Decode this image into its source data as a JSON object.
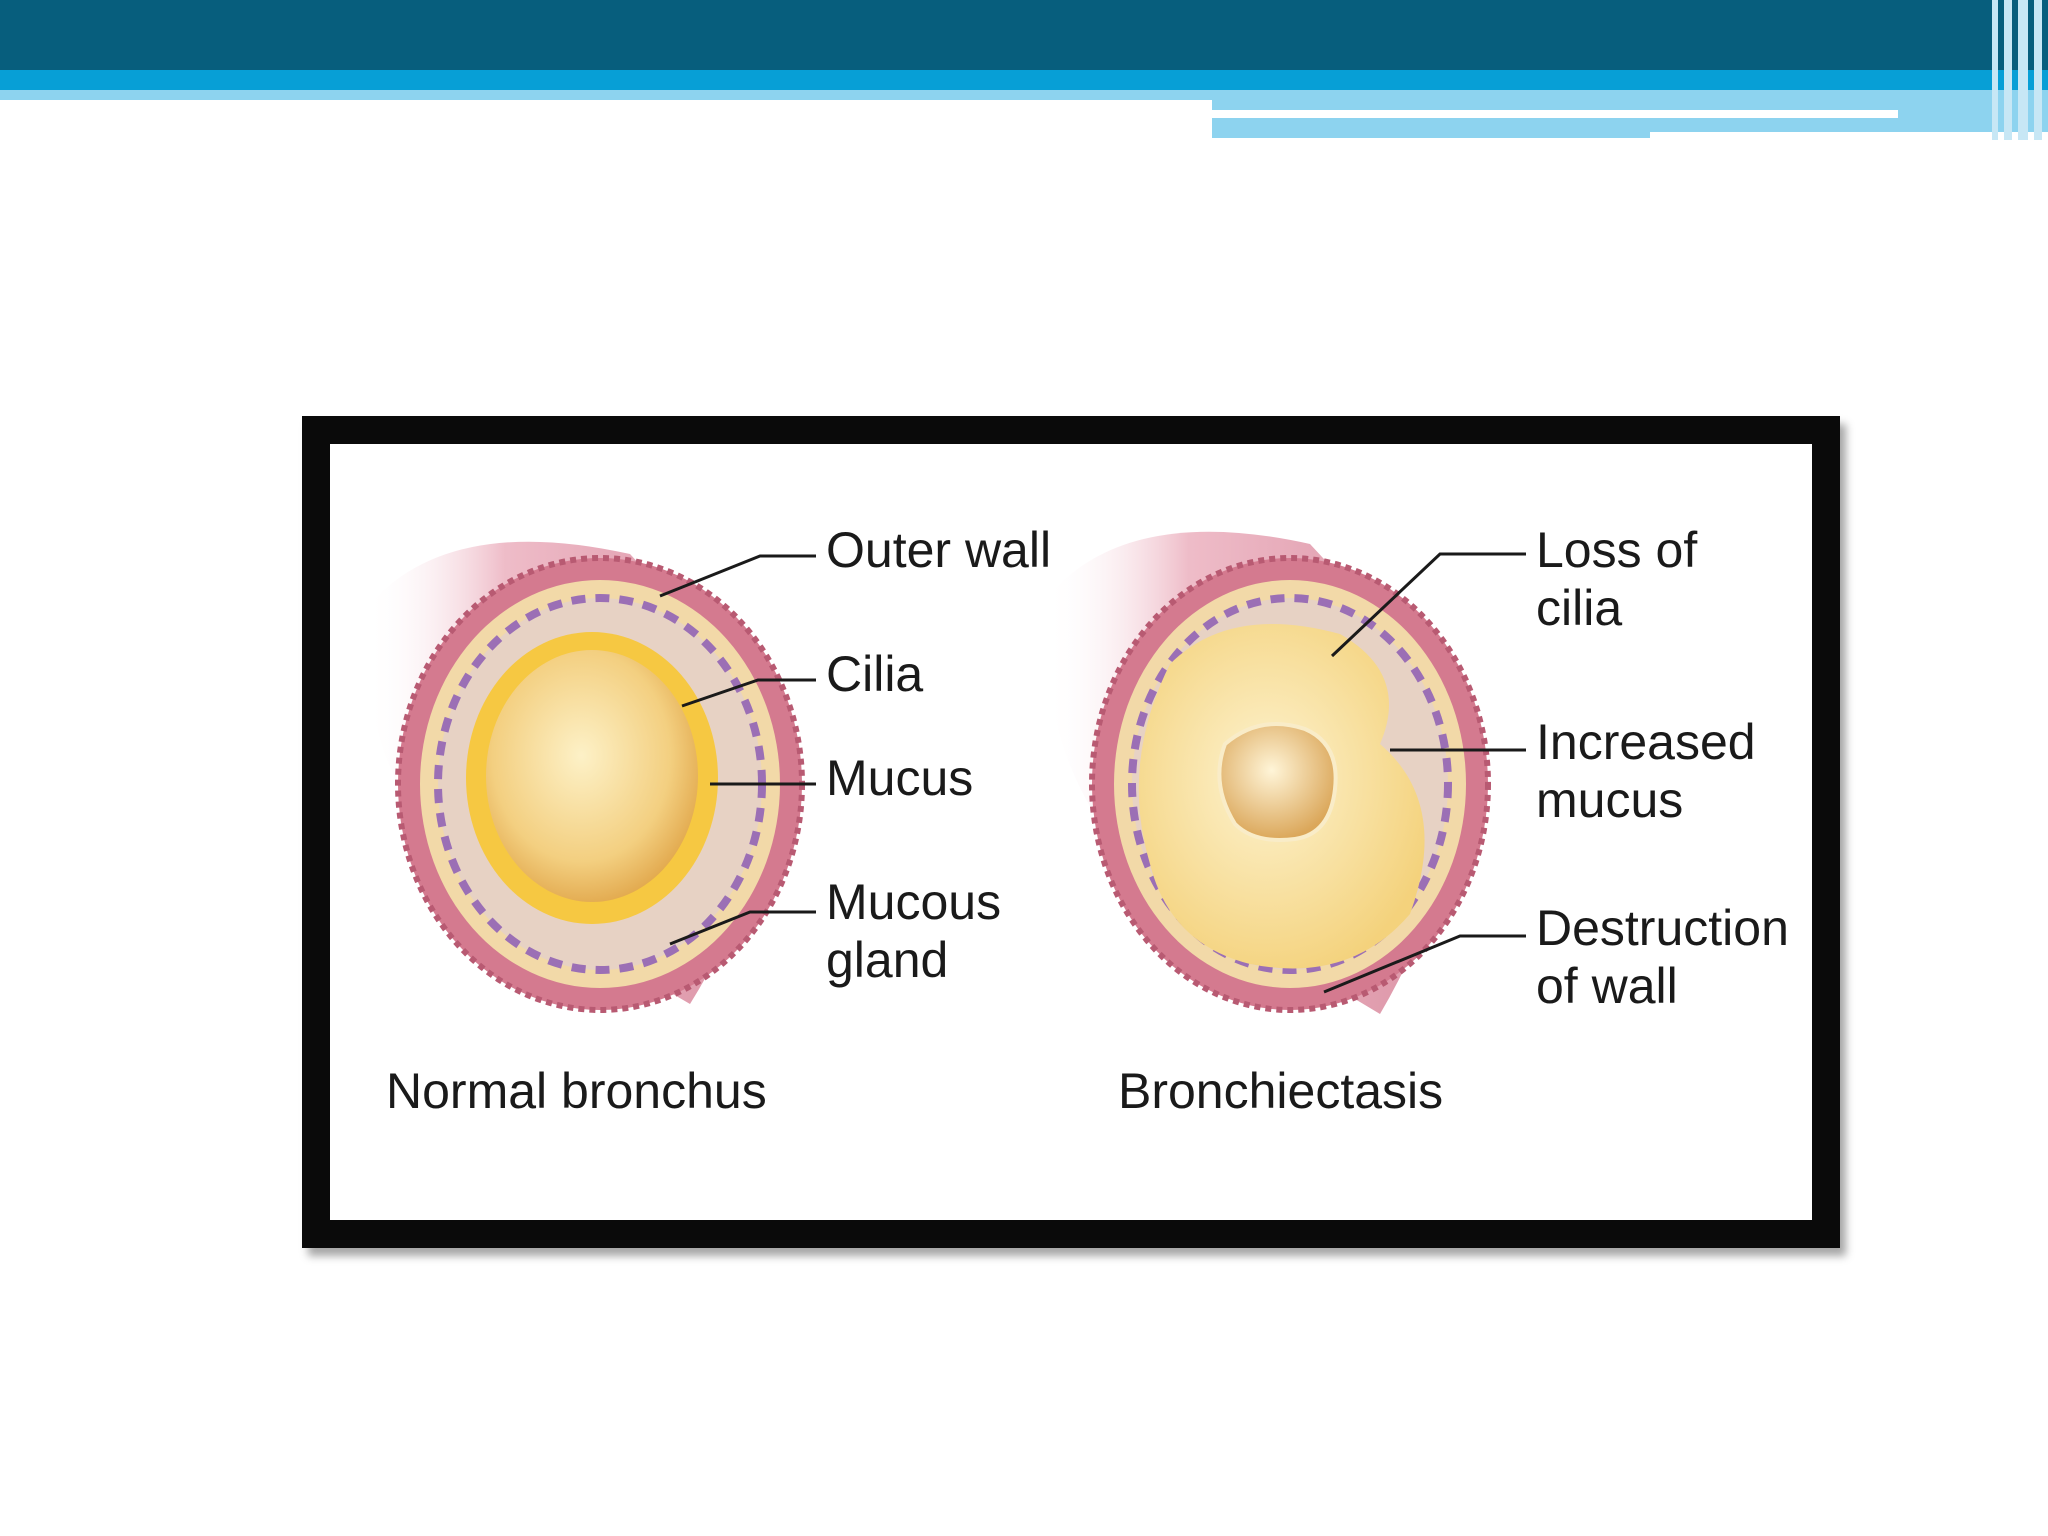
{
  "diagram": {
    "normal": {
      "caption": "Normal bronchus",
      "labels": {
        "outer_wall": "Outer wall",
        "cilia": "Cilia",
        "mucus": "Mucus",
        "mucous_gland": "Mucous\ngland"
      }
    },
    "bronchiectasis": {
      "caption": "Bronchiectasis",
      "labels": {
        "loss_of_cilia": "Loss of\ncilia",
        "increased_mucus": "Increased\nmucus",
        "destruction_of_wall": "Destruction\nof wall"
      }
    },
    "colors": {
      "header_dark": "#075e7d",
      "header_cyan": "#079fd6",
      "header_light": "#8dd3ef",
      "tissue_pink": "#d98a9c",
      "mucus_yellow": "#f4cf73"
    }
  }
}
